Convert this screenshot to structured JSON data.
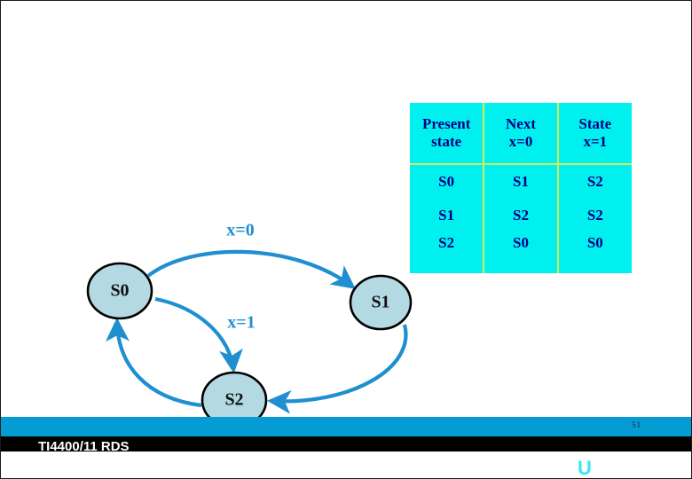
{
  "slide": {
    "page_number": "51",
    "background_color": "#ffffff"
  },
  "state_table": {
    "headers": [
      {
        "line1": "Present",
        "line2": "state"
      },
      {
        "line1": "Next",
        "line2": "x=0"
      },
      {
        "line1": "State",
        "line2": "x=1"
      }
    ],
    "rows": [
      {
        "present": "S0",
        "next_x0": "S1",
        "next_x1": "S2"
      },
      {
        "present": "S1",
        "next_x0": "S2",
        "next_x1": "S2"
      },
      {
        "present": "S2",
        "next_x0": "S0",
        "next_x1": "S0"
      }
    ],
    "fill_color": "#00f0f0",
    "divider_color": "#d8ea55",
    "text_color": "#000080"
  },
  "state_diagram": {
    "nodes": [
      {
        "id": "S0",
        "label": "S0"
      },
      {
        "id": "S1",
        "label": "S1"
      },
      {
        "id": "S2",
        "label": "S2"
      }
    ],
    "edges": [
      {
        "from": "S0",
        "to": "S1",
        "label": "x=0"
      },
      {
        "from": "S0",
        "to": "S2",
        "label": "x=1"
      },
      {
        "from": "S1",
        "to": "S2",
        "label": ""
      },
      {
        "from": "S2",
        "to": "S0",
        "label": ""
      }
    ],
    "node_fill": "#b3d9e3",
    "node_stroke": "#000000",
    "edge_color": "#1f8fd0"
  },
  "footer": {
    "course_code": "TI4400/11 RDS",
    "logo_text": "U",
    "bar_color": "#049cd2",
    "logo_color": "#35e8f2"
  }
}
